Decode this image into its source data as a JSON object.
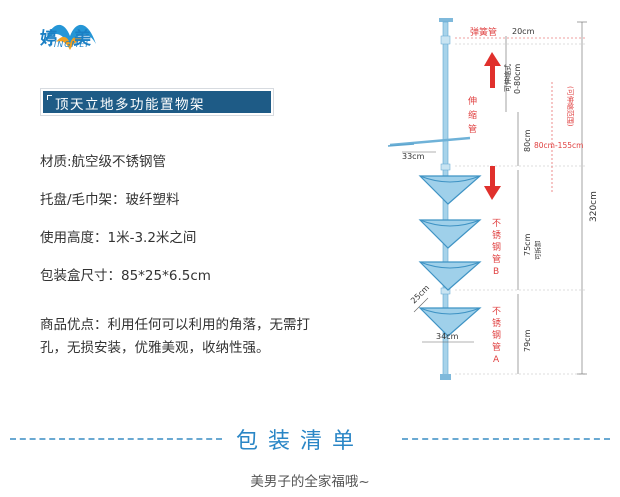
{
  "brand": {
    "name_char_1": "婷",
    "name_char_2": "美",
    "name_en": "TINGMEI"
  },
  "product_title": "顶天立地多功能置物架",
  "specs": [
    "材质:航空级不锈钢管",
    "托盘/毛巾架：玻纤塑料",
    "使用高度：1米-3.2米之间",
    "包装盒尺寸：85*25*6.5cm"
  ],
  "advantages": "商品优点：利用任何可以利用的角落，无需打孔，无损安装，优雅美观，收纳性强。",
  "diagram": {
    "spring_tube": "弹簧管",
    "top_len": "20cm",
    "adjustable_label": "可伸缩式",
    "adjustable_range": "0-80cm",
    "telescopic_tube": "伸缩管",
    "telescopic_range_label": "(可伸缩范围)",
    "telescopic_range": "80cm-155cm",
    "arm_len": "33cm",
    "telescopic_len": "80cm",
    "total_height": "320cm",
    "tube_b": "不锈钢管B",
    "tube_b_len": "75cm",
    "removable": "可拆卸",
    "tube_a": "不锈钢管A",
    "tube_a_len": "79cm",
    "tray_side": "25cm",
    "tray_width": "34cm"
  },
  "section_title": "包装清单",
  "footer_text": "美男子的全家福哦~",
  "colors": {
    "accent": "#1e5b86",
    "label_red": "#e04040",
    "section_blue": "#2a86c6"
  }
}
